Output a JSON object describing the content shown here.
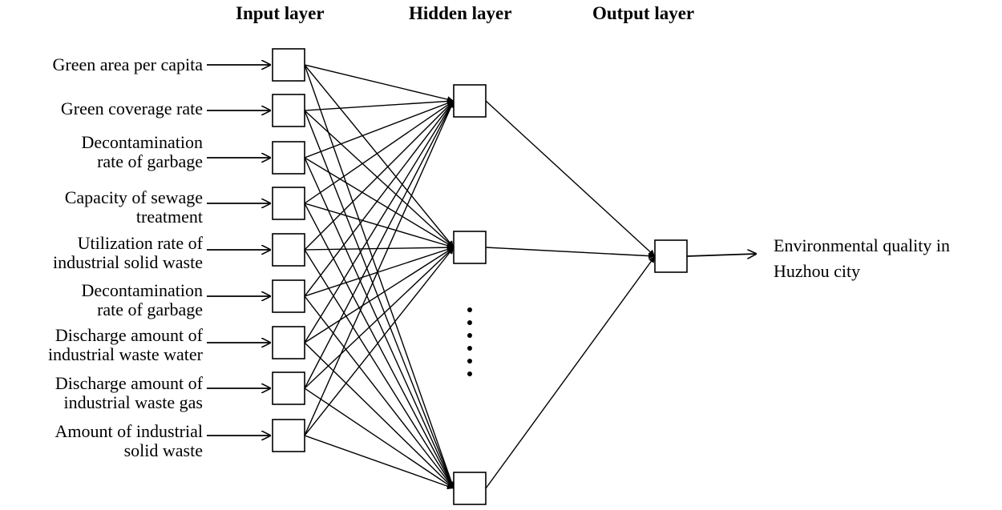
{
  "headers": {
    "input": "Input layer",
    "hidden": "Hidden layer",
    "output": "Output layer"
  },
  "inputs": [
    {
      "line1": "Green area per capita",
      "line2": ""
    },
    {
      "line1": "Green coverage rate",
      "line2": ""
    },
    {
      "line1": "Decontamination",
      "line2": "rate of garbage"
    },
    {
      "line1": "Capacity of sewage",
      "line2": "treatment"
    },
    {
      "line1": "Utilization rate of",
      "line2": "industrial solid waste"
    },
    {
      "line1": "Decontamination",
      "line2": "rate of garbage"
    },
    {
      "line1": "Discharge amount of",
      "line2": "industrial waste water"
    },
    {
      "line1": "Discharge amount of",
      "line2": "industrial waste gas"
    },
    {
      "line1": "Amount of industrial",
      "line2": "solid waste"
    }
  ],
  "output": {
    "line1": "Environmental quality in",
    "line2": "Huzhou city"
  }
}
